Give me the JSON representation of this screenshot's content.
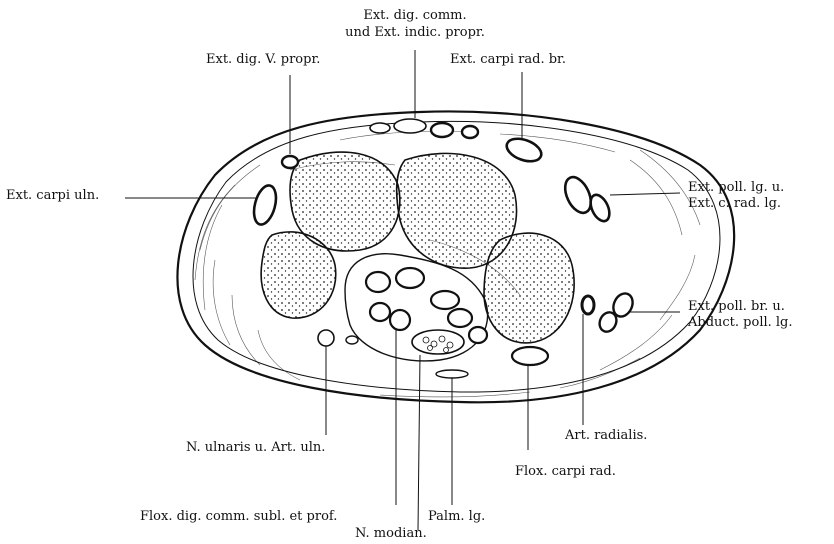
{
  "labels": {
    "ext_dig_comm": "Ext. dig. comm.",
    "ext_indic": "und Ext. indic. propr.",
    "ext_dig_v": "Ext. dig. V. propr.",
    "ext_carpi_rad_br": "Ext. carpi rad. br.",
    "ext_carpi_uln": "Ext. carpi uln.",
    "ext_poll_lg": "Ext. poll. lg. u.",
    "ext_c_rad_lg": "Ext. c. rad. lg.",
    "ext_poll_br": "Ext. poll. br. u.",
    "abduct_poll": "Abduct. poll. lg.",
    "art_radialis": "Art. radialis.",
    "n_ulnaris": "N. ulnaris u. Art. uln.",
    "flex_carpi_rad": "Flox. carpi rad.",
    "flex_dig": "Flox. dig. comm. subl. et prof.",
    "palm_lg": "Palm. lg.",
    "n_median": "N. modian."
  }
}
